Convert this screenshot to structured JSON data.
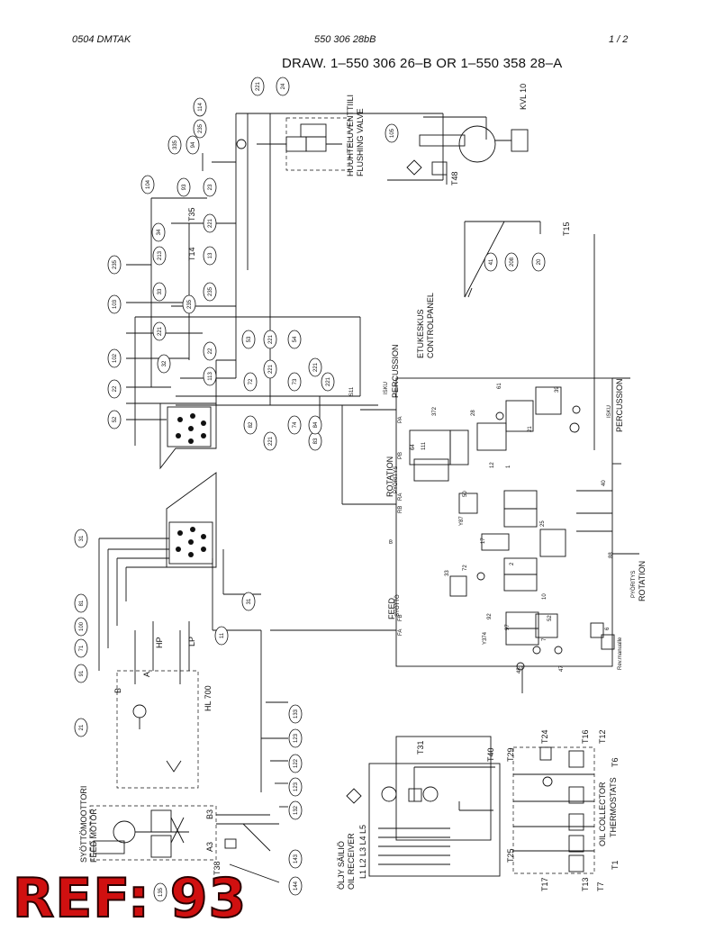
{
  "header": {
    "left": "0504   DMTAK",
    "center": "550 306 28bB",
    "right": "1 /  2"
  },
  "drawing_title": "DRAW. 1–550 306 26–B OR 1–550 358 28–A",
  "ref_stamp": "REF: 93",
  "labels": {
    "flushing_valve_fi": "HUUHTELUVENTTIILI",
    "flushing_valve_en": "FLUSHING VALVE",
    "compressor": "KVL 10",
    "t48": "T48",
    "t35": "T35",
    "t14": "T14",
    "t15": "T15",
    "control_panel_fi": "ETUKESKUS",
    "control_panel_en": "CONTROLPANEL",
    "percussion_fi": "ISKU",
    "percussion_en": "PERCUSSION",
    "percussion_top_fi": "ISKU",
    "percussion_top_en": "PERCUSSION",
    "rotation_fi": "PYÖRITYS",
    "rotation_en": "ROTATION",
    "rotation_left_fi": "PYÖRITYS",
    "rotation_left_en": "ROTATION",
    "feed_fi": "SYÖTTÖ",
    "feed_en": "FEED",
    "hl700": "HL 700",
    "hp": "HP",
    "lp": "LP",
    "port_a": "A",
    "port_b": "B",
    "feed_motor_fi": "SYÖTTÖMOOTTORI",
    "feed_motor_en": "FEED MOTOR",
    "t38": "T38",
    "b3": "B3",
    "a3": "A3",
    "oil_receiver_fi": "ÖLJY SÄILIÖ",
    "oil_receiver_en": "OIL RECEIVER",
    "oil_ports": "L1 L2 L3 L4 L5",
    "t31": "T31",
    "t40": "T40",
    "t29": "T29",
    "t24": "T24",
    "t25": "T25",
    "t17": "T17",
    "t13": "T13",
    "t7": "T7",
    "t16": "T16",
    "t12": "T12",
    "t6": "T6",
    "t1": "T1",
    "oil_collector": "OIL COLLECTOR",
    "thermostats": "THERMOSTATS",
    "pa": "PA",
    "pb": "PB",
    "ra": "RA",
    "rb": "RB",
    "fa": "FA",
    "fb": "FB",
    "y87": "Y87",
    "y374": "Y374",
    "s11": "S11",
    "rev_manual": "Rev.manualle",
    "junction_b": "B",
    "junction_b_open": "B"
  },
  "hose_numbers": [
    "221",
    "24",
    "114",
    "235",
    "335",
    "94",
    "104",
    "93",
    "23",
    "221",
    "34",
    "213",
    "13",
    "235",
    "103",
    "33",
    "235",
    "235",
    "221",
    "22",
    "102",
    "32",
    "113",
    "52",
    "53",
    "221",
    "54",
    "22",
    "72",
    "221",
    "73",
    "221",
    "74",
    "82",
    "221",
    "83",
    "221",
    "84",
    "41",
    "208",
    "20",
    "31",
    "81",
    "100",
    "71",
    "91",
    "21",
    "11",
    "31",
    "133",
    "123",
    "122",
    "123",
    "132",
    "143",
    "144",
    "135",
    "105"
  ],
  "valve_labels": [
    "61",
    "372",
    "28",
    "39",
    "64",
    "111",
    "50",
    "17",
    "72",
    "92",
    "97",
    "12",
    "47",
    "2",
    "25",
    "33",
    "52",
    "7",
    "10",
    "48",
    "6",
    "40",
    "88",
    "21",
    "1"
  ]
}
